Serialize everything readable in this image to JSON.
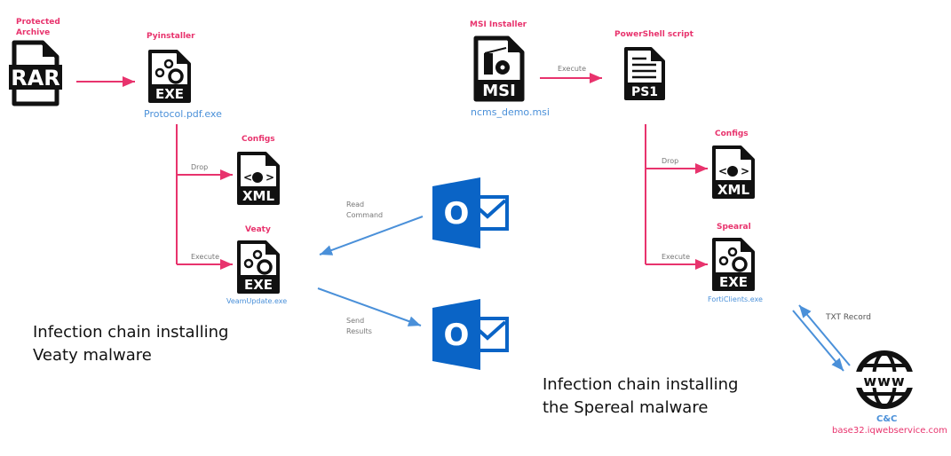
{
  "colors": {
    "accent_pink": "#e8336d",
    "link_blue": "#4a90d9",
    "outlook_blue": "#0a64c6"
  },
  "left_chain": {
    "archive": {
      "title": "Protected Archive",
      "title_line1": "Protected",
      "title_line2": "Archive",
      "icon": "rar-file-icon",
      "badge": "RAR"
    },
    "installer": {
      "title": "Pyinstaller",
      "icon": "exe-file-icon",
      "badge": "EXE",
      "filename": "Protocol.pdf.exe"
    },
    "configs": {
      "title": "Configs",
      "icon": "xml-file-icon",
      "badge": "XML"
    },
    "malware": {
      "title": "Veaty",
      "icon": "exe-file-icon",
      "badge": "EXE",
      "filename": "VeamUpdate.exe"
    },
    "edges": {
      "drop": "Drop",
      "execute": "Execute"
    },
    "caption_line1": "Infection chain installing",
    "caption_line2": "Veaty malware"
  },
  "mail": {
    "read_line1": "Read",
    "read_line2": "Command",
    "send_line1": "Send",
    "send_line2": "Results",
    "icon": "outlook-icon",
    "letter": "O"
  },
  "right_chain": {
    "installer": {
      "title": "MSI Installer",
      "icon": "msi-file-icon",
      "badge": "MSI",
      "filename": "ncms_demo.msi"
    },
    "execute_label": "Execute",
    "script": {
      "title": "PowerShell script",
      "icon": "ps1-file-icon",
      "badge": "PS1"
    },
    "configs": {
      "title": "Configs",
      "icon": "xml-file-icon",
      "badge": "XML"
    },
    "malware": {
      "title": "Spearal",
      "icon": "exe-file-icon",
      "badge": "EXE",
      "filename": "FortiClients.exe"
    },
    "edges": {
      "drop": "Drop",
      "execute": "Execute"
    },
    "dns_label": "TXT Record",
    "cnc": {
      "title": "C&C",
      "domain": "base32.iqwebservice.com",
      "icon": "www-globe-icon"
    },
    "caption_line1": "Infection chain installing",
    "caption_line2": "the Spereal malware"
  }
}
